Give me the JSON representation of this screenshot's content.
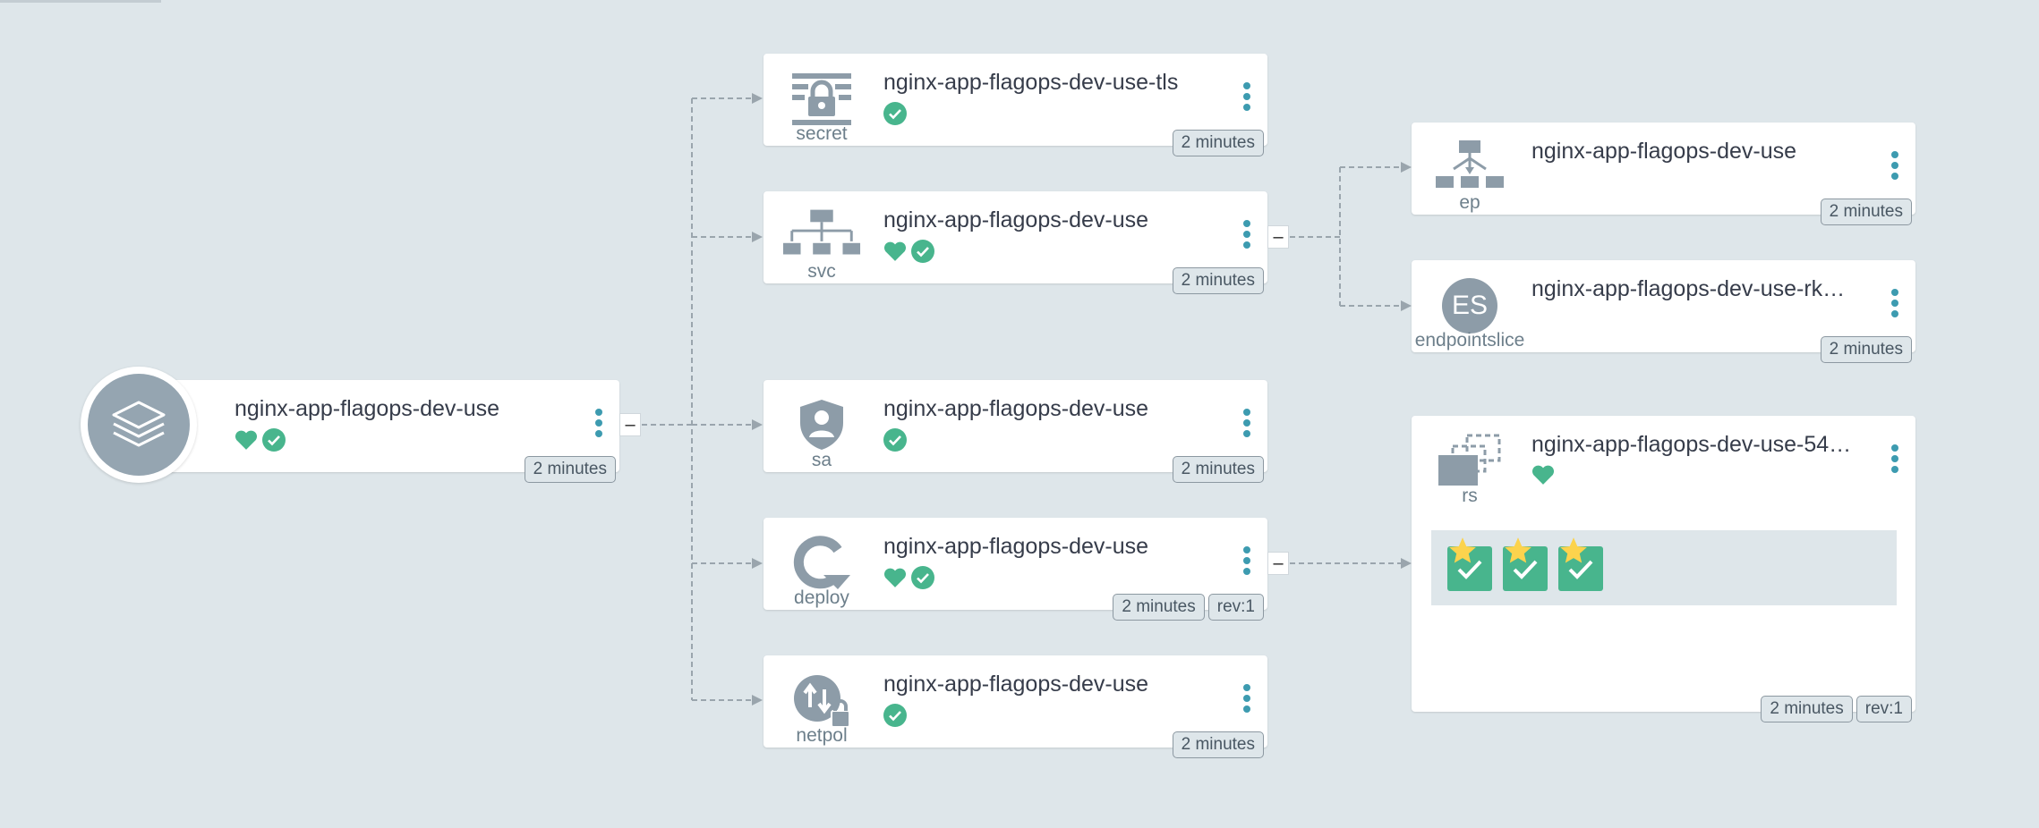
{
  "colors": {
    "background": "#dee6ea",
    "healthy": "#48b58d",
    "menu_dots": "#3d9bb0",
    "star": "#fcd34d",
    "icon": "#8d9ca8"
  },
  "app": {
    "title": "nginx-app-flagops-dev-use",
    "icon": "layers-icon",
    "status": [
      "heart-icon",
      "check-circle-icon"
    ],
    "age": "2 minutes",
    "collapse_label": "–"
  },
  "resources": [
    {
      "id": "secret",
      "kind": "secret",
      "icon": "secret-icon",
      "title": "nginx-app-flagops-dev-use-tls",
      "status": [
        "check-circle-icon"
      ],
      "age": "2 minutes"
    },
    {
      "id": "svc",
      "kind": "svc",
      "icon": "service-icon",
      "title": "nginx-app-flagops-dev-use",
      "status": [
        "heart-icon",
        "check-circle-icon"
      ],
      "age": "2 minutes",
      "collapse_label": "–"
    },
    {
      "id": "sa",
      "kind": "sa",
      "icon": "service-account-icon",
      "title": "nginx-app-flagops-dev-use",
      "status": [
        "check-circle-icon"
      ],
      "age": "2 minutes"
    },
    {
      "id": "deploy",
      "kind": "deploy",
      "icon": "deployment-icon",
      "title": "nginx-app-flagops-dev-use",
      "status": [
        "heart-icon",
        "check-circle-icon"
      ],
      "age": "2 minutes",
      "rev": "rev:1",
      "collapse_label": "–"
    },
    {
      "id": "netpol",
      "kind": "netpol",
      "icon": "network-policy-icon",
      "title": "nginx-app-flagops-dev-use",
      "status": [
        "check-circle-icon"
      ],
      "age": "2 minutes"
    }
  ],
  "children": {
    "ep": {
      "kind": "ep",
      "icon": "endpoints-icon",
      "title": "nginx-app-flagops-dev-use",
      "age": "2 minutes"
    },
    "endpointslice": {
      "kind": "endpointslice",
      "icon_text": "ES",
      "title": "nginx-app-flagops-dev-use-rk…",
      "age": "2 minutes"
    },
    "rs": {
      "kind": "rs",
      "icon": "replicaset-icon",
      "title": "nginx-app-flagops-dev-use-54…",
      "status": [
        "heart-icon"
      ],
      "age": "2 minutes",
      "rev": "rev:1",
      "pods": 3
    }
  }
}
